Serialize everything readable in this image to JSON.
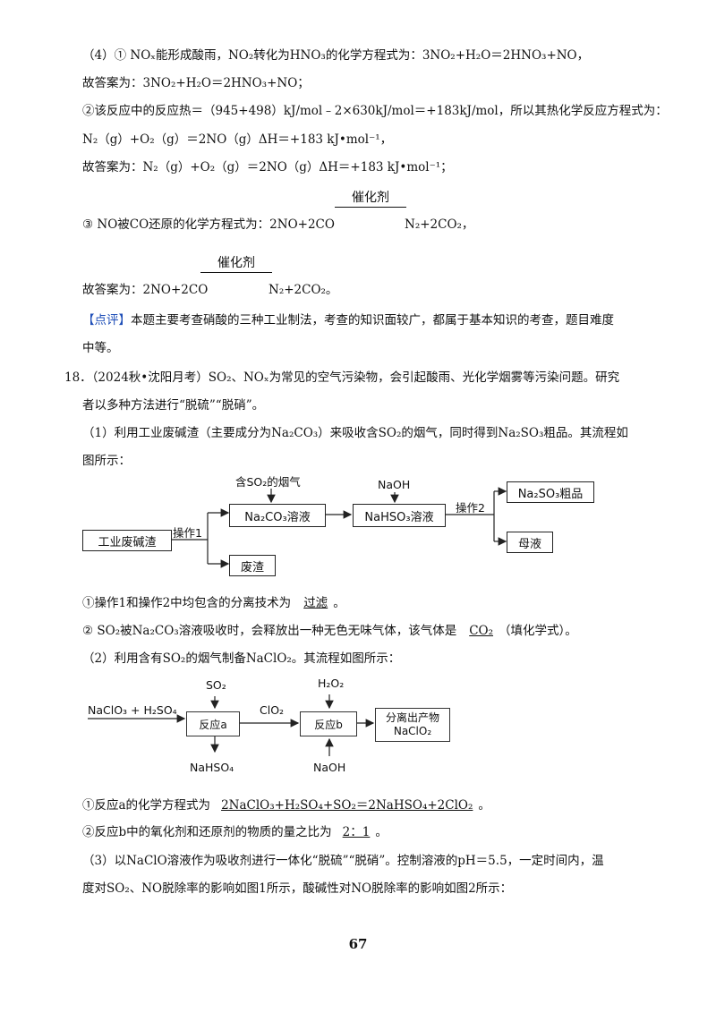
{
  "lines": {
    "l1": "（4）① NOₓ能形成酸雨，NO₂转化为HNO₃的化学方程式为：3NO₂+H₂O＝2HNO₃+NO，",
    "l2": "故答案为：3NO₂+H₂O＝2HNO₃+NO；",
    "l3": "②该反应中的反应热＝（945+498）kJ/mol﹣2×630kJ/mol＝+183kJ/mol，所以其热化学反应方程式为：",
    "l4": "N₂（g）+O₂（g）＝2NO（g）ΔH＝+183  kJ•mol⁻¹，",
    "l5": "故答案为：N₂（g）+O₂（g）＝2NO（g）ΔH＝+183  kJ•mol⁻¹；",
    "l6a": "③ NO被CO还原的化学方程式为：2NO+2CO",
    "l6b": "N₂+2CO₂，",
    "l7a": "故答案为：2NO+2CO",
    "l7b": "N₂+2CO₂。",
    "catalyst": "催化剂",
    "pj_tag": "【点评】",
    "pj_text1": "本题主要考查硝酸的三种工业制法，考查的知识面较广，都属于基本知识的考查，题目难度",
    "pj_text2": "中等。",
    "q18a": "18．（2024秋•沈阳月考）SO₂、NOₓ为常见的空气污染物，会引起酸雨、光化学烟雾等污染问题。研究",
    "q18b": "者以多种方法进行“脱硫”“脱硝”。",
    "p1a": "（1）利用工业废碱渣（主要成分为Na₂CO₃）来吸收含SO₂的烟气，同时得到Na₂SO₃粗品。其流程如",
    "p1b": "图所示：",
    "s1_pre": "①操作1和操作2中均包含的分离技术为",
    "s1_ans": "过滤",
    "s1_post": "。",
    "s2_pre": "② SO₂被Na₂CO₃溶液吸收时，会释放出一种无色无味气体，该气体是",
    "s2_ans": "CO₂",
    "s2_post": "（填化学式）。",
    "p2": "（2）利用含有SO₂的烟气制备NaClO₂。其流程如图所示：",
    "r1_pre": "①反应a的化学方程式为",
    "r1_ans": "2NaClO₃+H₂SO₄+SO₂＝2NaHSO₄+2ClO₂",
    "r1_post": "。",
    "r2_pre": "②反应b中的氧化剂和还原剂的物质的量之比为",
    "r2_ans": "2：1",
    "r2_post": "。",
    "p3a": "（3）以NaClO溶液作为吸收剂进行一体化“脱硫”“脱硝”。控制溶液的pH＝5.5，一定时间内，温",
    "p3b": "度对SO₂、NO脱除率的影响如图1所示，酸碱性对NO脱除率的影响如图2所示："
  },
  "flow1": {
    "start": "工业废碱渣",
    "op1": "操作1",
    "gas_in": "含SO₂的烟气",
    "box_a": "Na₂CO₃溶液",
    "naoh": "NaOH",
    "box_b": "NaHSO₃溶液",
    "op2": "操作2",
    "prod1": "Na₂SO₃粗品",
    "prod2": "母液",
    "waste": "废渣"
  },
  "flow2": {
    "feed": "NaClO₃ + H₂SO₄",
    "so2": "SO₂",
    "react_a": "反应a",
    "clo2": "ClO₂",
    "h2o2": "H₂O₂",
    "react_b": "反应b",
    "out_line1": "分离出产物",
    "out_line2": "NaClO₂",
    "nahso4": "NaHSO₄",
    "naoh": "NaOH"
  },
  "page_number": "67"
}
